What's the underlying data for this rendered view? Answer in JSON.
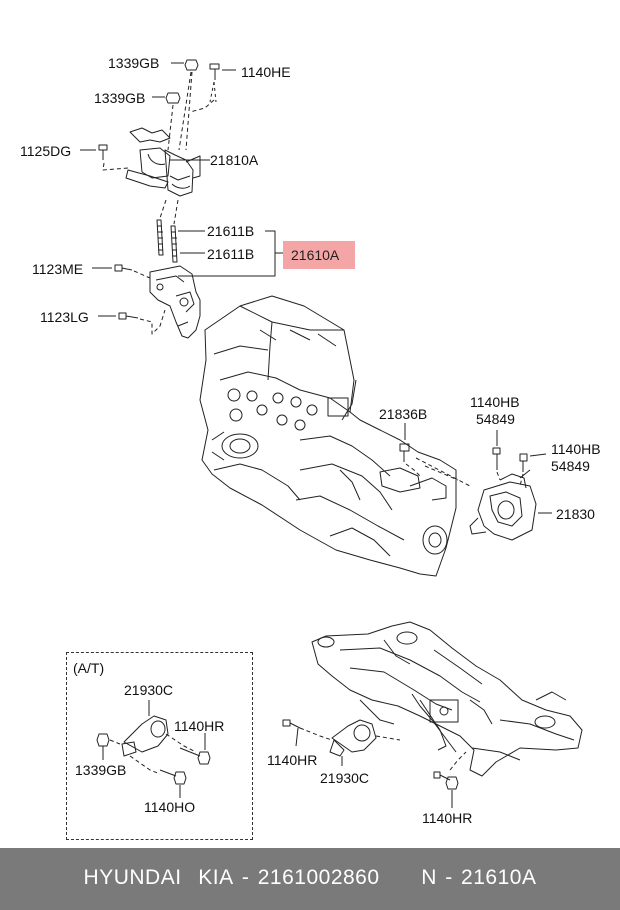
{
  "labels": {
    "l_1339gb_a": "1339GB",
    "l_1140he": "1140HE",
    "l_1339gb_b": "1339GB",
    "l_1125dg": "1125DG",
    "l_21810a": "21810A",
    "l_21611b_a": "21611B",
    "l_21611b_b": "21611B",
    "l_21610a": "21610A",
    "l_1123me": "1123ME",
    "l_1123lg": "1123LG",
    "l_21836b": "21836B",
    "l_1140hb_a": "1140HB",
    "l_54849_a": "54849",
    "l_1140hb_b": "1140HB",
    "l_54849_b": "54849",
    "l_21830": "21830",
    "l_at": "(A/T)",
    "l_21930c_a": "21930C",
    "l_1140hr_a": "1140HR",
    "l_1339gb_c": "1339GB",
    "l_1140ho": "1140HO",
    "l_1140hr_b": "1140HR",
    "l_21930c_b": "21930C",
    "l_1140hr_c": "1140HR"
  },
  "footer": {
    "brand": "HYUNDAI  KIA",
    "sep1": " - ",
    "part_number": "2161002860",
    "sep2": "     N - ",
    "ref_code": "21610A"
  },
  "colors": {
    "highlight": "#f4a5a5",
    "footer_bg": "#7a7a7a",
    "line": "#222222"
  }
}
